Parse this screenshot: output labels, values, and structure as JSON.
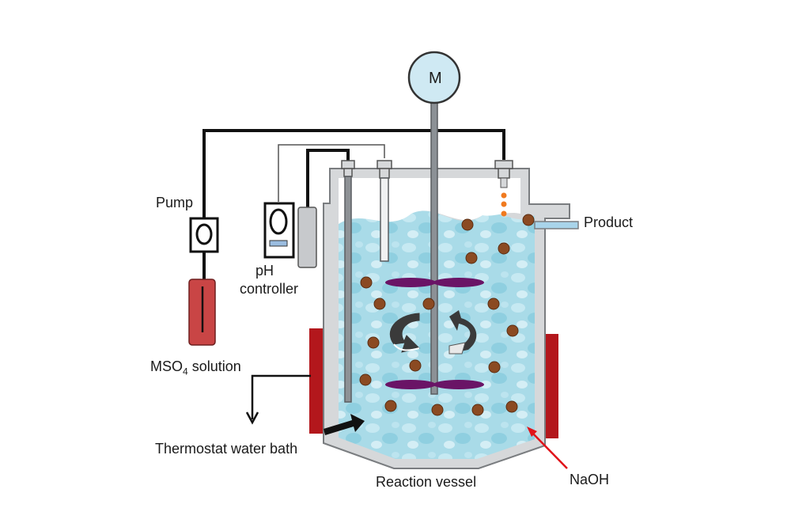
{
  "labels": {
    "motor": "M",
    "pump": "Pump",
    "ph_line1": "pH",
    "ph_line2": "controller",
    "solution_main": "MSO",
    "solution_sub": "4",
    "solution_rest": " solution",
    "product": "Product",
    "thermostat": "Thermostat water bath",
    "vessel": "Reaction vessel",
    "naoh": "NaOH"
  },
  "colors": {
    "liquid": "#a9dbe8",
    "liquid_dark": "#7cc4d8",
    "vessel_wall": "#d6d8da",
    "vessel_edge": "#7a7d80",
    "heater": "#b3171c",
    "particle": "#8b4a22",
    "droplet": "#f07a1f",
    "impeller": "#6a1466",
    "naoh_arrow": "#e0141a",
    "motor_fill": "#cfe9f3",
    "solution": "#c94545"
  },
  "icons": [
    "motor-icon",
    "pump-icon",
    "ph-controller-icon",
    "stirrer-icon",
    "heater-icon",
    "rotation-arrow-icon"
  ]
}
